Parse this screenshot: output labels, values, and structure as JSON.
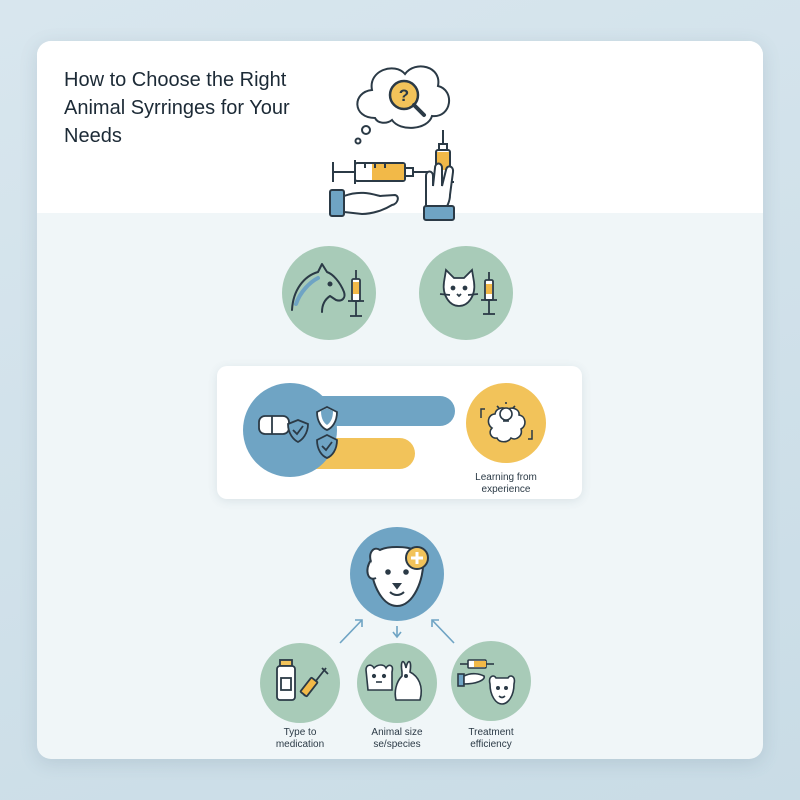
{
  "title": "How to Choose the Right Animal Syrringes for Your Needs",
  "panel": {
    "learning_label": "Learning from experience"
  },
  "factors": [
    {
      "label": "Type to medication",
      "icon": "medication-bottle-syringe-icon"
    },
    {
      "label": "Animal size se/species",
      "icon": "dog-rabbit-icon"
    },
    {
      "label": "Treatment efficiency",
      "icon": "hand-syringe-dog-icon"
    }
  ],
  "colors": {
    "green_circle": "#a8cbb8",
    "blue_circle": "#6fa4c4",
    "yellow": "#f2c35a",
    "outline": "#2b3a46",
    "syringe_fill": "#f2b948"
  }
}
